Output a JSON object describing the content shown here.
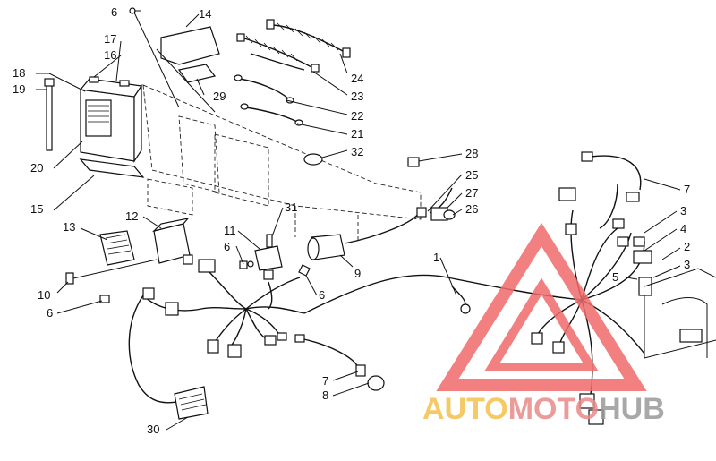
{
  "callouts": [
    {
      "id": "c6a",
      "label": "6"
    },
    {
      "id": "c14",
      "label": "14"
    },
    {
      "id": "c17",
      "label": "17"
    },
    {
      "id": "c16",
      "label": "16"
    },
    {
      "id": "c18",
      "label": "18"
    },
    {
      "id": "c19",
      "label": "19"
    },
    {
      "id": "c24",
      "label": "24"
    },
    {
      "id": "c23",
      "label": "23"
    },
    {
      "id": "c29",
      "label": "29"
    },
    {
      "id": "c22",
      "label": "22"
    },
    {
      "id": "c21",
      "label": "21"
    },
    {
      "id": "c20",
      "label": "20"
    },
    {
      "id": "c32",
      "label": "32"
    },
    {
      "id": "c28",
      "label": "28"
    },
    {
      "id": "c25",
      "label": "25"
    },
    {
      "id": "c15",
      "label": "15"
    },
    {
      "id": "c27",
      "label": "27"
    },
    {
      "id": "c26",
      "label": "26"
    },
    {
      "id": "c7a",
      "label": "7"
    },
    {
      "id": "c13",
      "label": "13"
    },
    {
      "id": "c12",
      "label": "12"
    },
    {
      "id": "c11",
      "label": "11"
    },
    {
      "id": "c31",
      "label": "31"
    },
    {
      "id": "c3a",
      "label": "3"
    },
    {
      "id": "c4",
      "label": "4"
    },
    {
      "id": "c6b",
      "label": "6"
    },
    {
      "id": "c1",
      "label": "1"
    },
    {
      "id": "c2",
      "label": "2"
    },
    {
      "id": "c5",
      "label": "5"
    },
    {
      "id": "c3b",
      "label": "3"
    },
    {
      "id": "c9",
      "label": "9"
    },
    {
      "id": "c10",
      "label": "10"
    },
    {
      "id": "c6c",
      "label": "6"
    },
    {
      "id": "c6d",
      "label": "6"
    },
    {
      "id": "c7b",
      "label": "7"
    },
    {
      "id": "c8",
      "label": "8"
    },
    {
      "id": "c30",
      "label": "30"
    }
  ],
  "watermark": {
    "part1": "AUTO",
    "part2": "MOTO",
    "part3": "HUB",
    "color_primary": "#f4c04c",
    "color_secondary": "#e88a88",
    "color_tertiary": "#9a9a9a",
    "triangle_color": "#f06b6b"
  }
}
